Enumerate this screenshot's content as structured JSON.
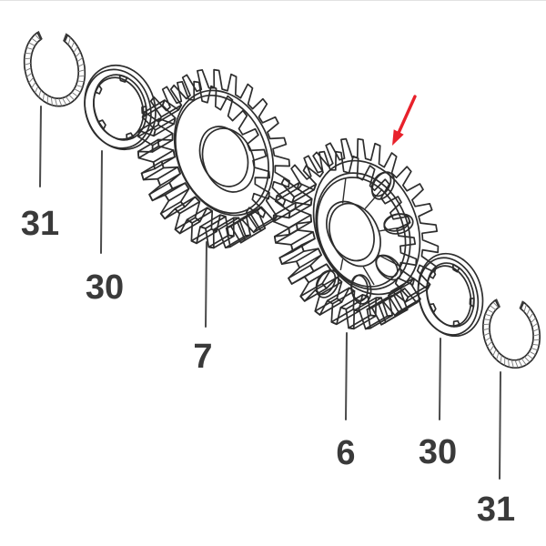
{
  "diagram": {
    "type": "exploded-parts-diagram",
    "background_color": "#ffffff",
    "line_color": "#2d2d2d",
    "label_color": "#3a3a3a",
    "leader_color": "#4a4a4a",
    "arrow_color": "#e8212b",
    "parts": [
      {
        "icon": "snap-ring-icon",
        "label": "31"
      },
      {
        "icon": "tabbed-washer-icon",
        "label": "30"
      },
      {
        "icon": "gear-icon",
        "label": "7"
      },
      {
        "icon": "gear-icon",
        "label": "6"
      },
      {
        "icon": "tabbed-washer-icon",
        "label": "30"
      },
      {
        "icon": "snap-ring-icon",
        "label": "31"
      }
    ],
    "annotation": {
      "icon": "red-arrow-icon",
      "points_to": "6"
    }
  }
}
